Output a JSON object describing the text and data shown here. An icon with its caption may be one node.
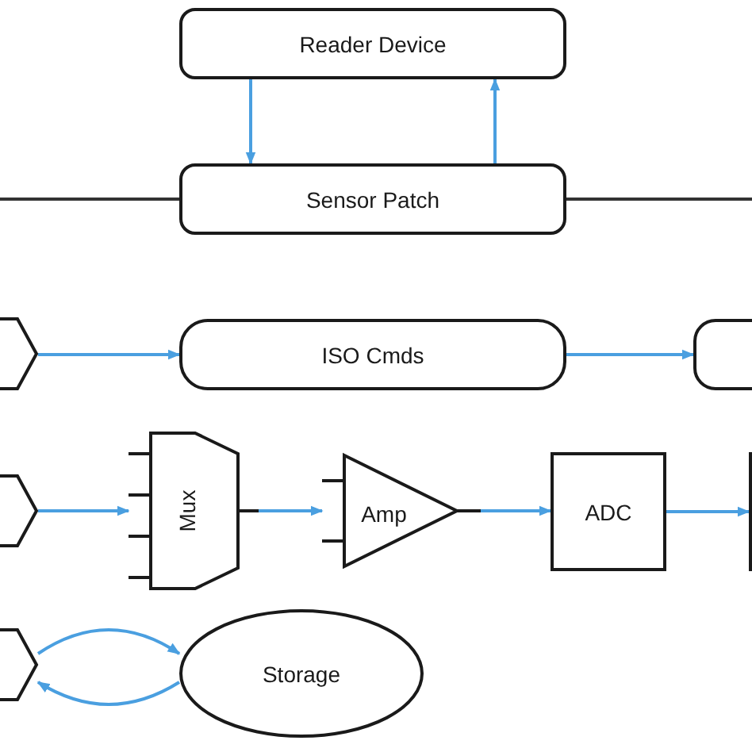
{
  "diagram": {
    "nodes": [
      {
        "text": [
          "Reader Device"
        ]
      },
      {
        "text": [
          "Sensor Patch"
        ]
      },
      {
        "text": [],
        "shape": "hexagon"
      },
      {
        "text": [
          "ISO Cmds"
        ]
      },
      {
        "text": [],
        "shape": "box"
      },
      {
        "text": [],
        "shape": "hexagon"
      },
      {
        "text": [
          "Mux"
        ]
      },
      {
        "text": [
          "Amp"
        ]
      },
      {
        "text": [
          "ADC"
        ]
      },
      {
        "text": [],
        "shape": "box"
      },
      {
        "text": [],
        "shape": "hexagon"
      },
      {
        "text": [
          "Storage"
        ]
      }
    ],
    "edges": [
      {
        "from": 0,
        "to": 1,
        "arrow": "to"
      },
      {
        "from": 1,
        "to": 0,
        "arrow": "to"
      },
      {
        "from": 1,
        "to": null,
        "arrow": "none",
        "color": "#333333"
      },
      {
        "from": 1,
        "to": null,
        "arrow": "none",
        "color": "#333333"
      },
      {
        "from": 2,
        "to": 3,
        "arrow": "to"
      },
      {
        "from": 3,
        "to": 4,
        "arrow": "to"
      },
      {
        "from": 5,
        "to": 6,
        "arrow": "to"
      },
      {
        "from": 6,
        "to": 7,
        "arrow": "to"
      },
      {
        "from": 7,
        "to": 8,
        "arrow": "to"
      },
      {
        "from": 8,
        "to": 9,
        "arrow": "to"
      },
      {
        "from": 10,
        "to": 11,
        "arrow": "to"
      },
      {
        "from": 11,
        "to": 10,
        "arrow": "to"
      }
    ]
  }
}
